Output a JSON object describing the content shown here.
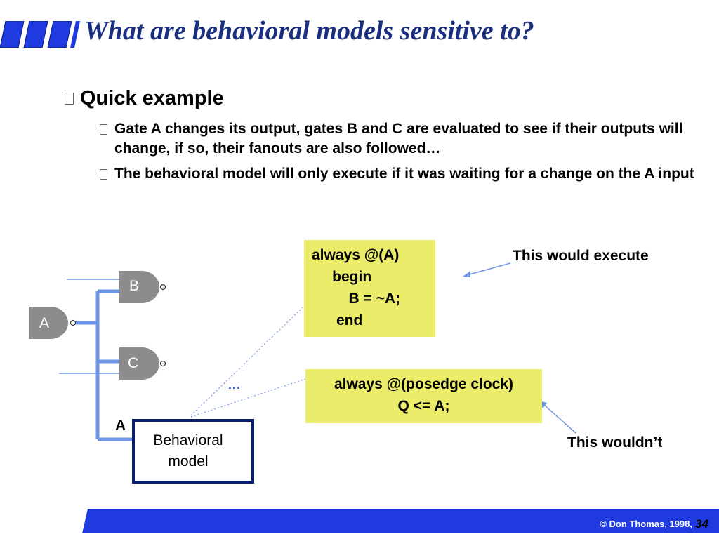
{
  "slide": {
    "title": "What are behavioral models sensitive to?",
    "bullets": {
      "main": "Quick example",
      "sub": [
        "Gate A changes its output, gates B and C are evaluated to see if their outputs will change, if so, their fanouts are also followed…",
        "The behavioral model will only execute if it was waiting for a change on the A input"
      ]
    }
  },
  "diagram": {
    "gates": {
      "a": "A",
      "b": "B",
      "c": "C"
    },
    "input_label": "A",
    "ellipsis": "…",
    "behavioral_model": {
      "line1": "Behavioral",
      "line2": "model"
    },
    "code_box_1": [
      "always @(A)",
      "     begin",
      "         B = ~A;",
      "      end"
    ],
    "code_box_2": [
      "always @(posedge clock)",
      "Q <= A;"
    ],
    "annotation_execute": "This would execute",
    "annotation_not": "This wouldn’t"
  },
  "footer": {
    "copyright": "© Don Thomas, 1998,",
    "page_number": "34"
  },
  "colors": {
    "title": "#1a2f80",
    "gate_fill": "#8c8c8c",
    "wire": "#6f95e6",
    "code_bg": "#ecec6b",
    "footer_bar": "#1f3be0",
    "box_border": "#0a1f6b"
  }
}
